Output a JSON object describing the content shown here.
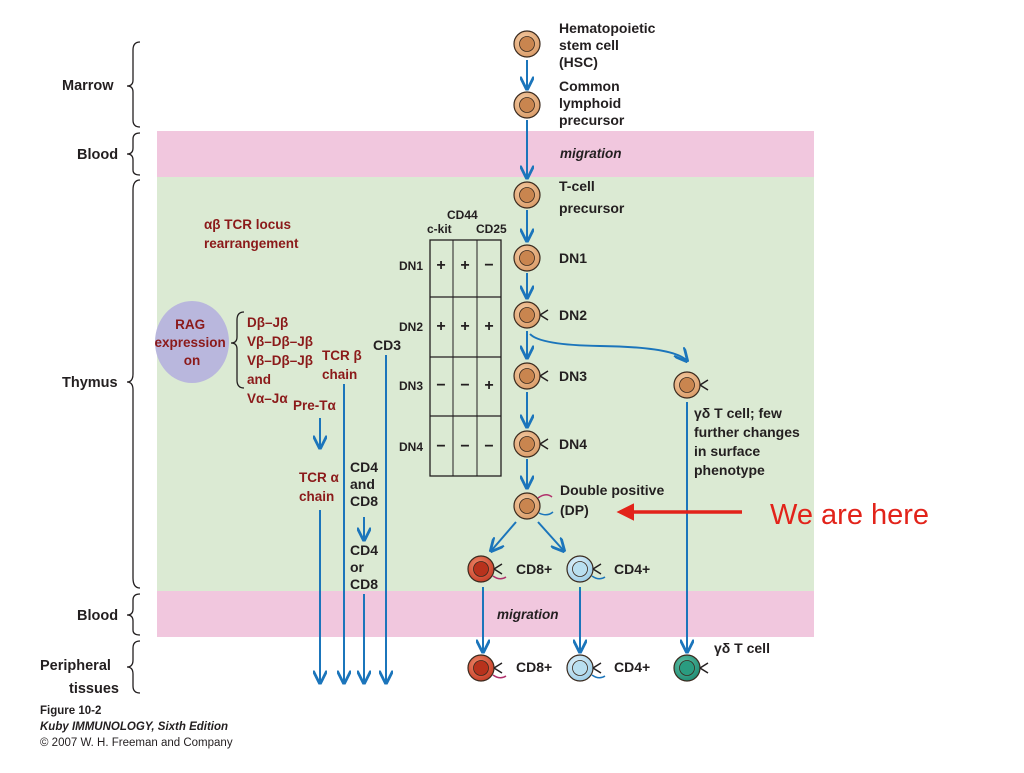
{
  "regions": {
    "marrow": "Marrow",
    "blood_top": "Blood",
    "thymus": "Thymus",
    "blood_bottom": "Blood",
    "peripheral_1": "Peripheral",
    "peripheral_2": "tissues"
  },
  "migration_label": "migration",
  "colors": {
    "thymus_bg": "#dbead3",
    "blood_band": "#f1c7de",
    "arrow": "#1b75bb",
    "callout": "#e2231a",
    "rag_circle": "#b9b7dd",
    "dark_red_text": "#8b1a1a"
  },
  "cells": {
    "hsc": [
      "Hematopoietic",
      "stem cell",
      "(HSC)"
    ],
    "clp": [
      "Common",
      "lymphoid",
      "precursor"
    ],
    "tcell_precursor": [
      "T-cell",
      "precursor"
    ],
    "dn1": "DN1",
    "dn2": "DN2",
    "dn3": "DN3",
    "dn4": "DN4",
    "dp": [
      "Double positive",
      "(DP)"
    ],
    "gd_thymus": [
      "γδ T cell; few",
      "further changes",
      "in surface",
      "phenotype"
    ],
    "cd8_thymus": "CD8+",
    "cd4_thymus": "CD4+",
    "cd8_periph": "CD8+",
    "cd4_periph": "CD4+",
    "gd_periph": "γδ T cell"
  },
  "marker_table": {
    "group_header": "CD44",
    "columns": [
      "c-kit",
      "CD25"
    ],
    "rows": [
      {
        "stage": "DN1",
        "values": [
          "+",
          "+",
          "−"
        ]
      },
      {
        "stage": "DN2",
        "values": [
          "+",
          "+",
          "+"
        ]
      },
      {
        "stage": "DN3",
        "values": [
          "−",
          "−",
          "+"
        ]
      },
      {
        "stage": "DN4",
        "values": [
          "−",
          "−",
          "−"
        ]
      }
    ]
  },
  "rearrangement": {
    "title": [
      "αβ TCR locus",
      "rearrangement"
    ],
    "rag": [
      "RAG",
      "expression",
      "on"
    ],
    "steps": [
      "Dβ–Jβ",
      "Vβ–Dβ–Jβ",
      "Vβ–Dβ–Jβ",
      "and",
      "Vα–Jα"
    ],
    "tcr_beta": [
      "TCR β",
      "chain"
    ],
    "pre_t": "Pre-Tα",
    "tcr_alpha": [
      "TCR α",
      "chain"
    ],
    "cd3": "CD3",
    "cd4_and_cd8": [
      "CD4",
      "and",
      "CD8"
    ],
    "cd4_or_cd8": [
      "CD4",
      "or",
      "CD8"
    ]
  },
  "callout": "We are here",
  "caption": {
    "figure": "Figure 10-2",
    "book": "Kuby IMMUNOLOGY, Sixth Edition",
    "copyright": "© 2007 W. H. Freeman and Company"
  }
}
